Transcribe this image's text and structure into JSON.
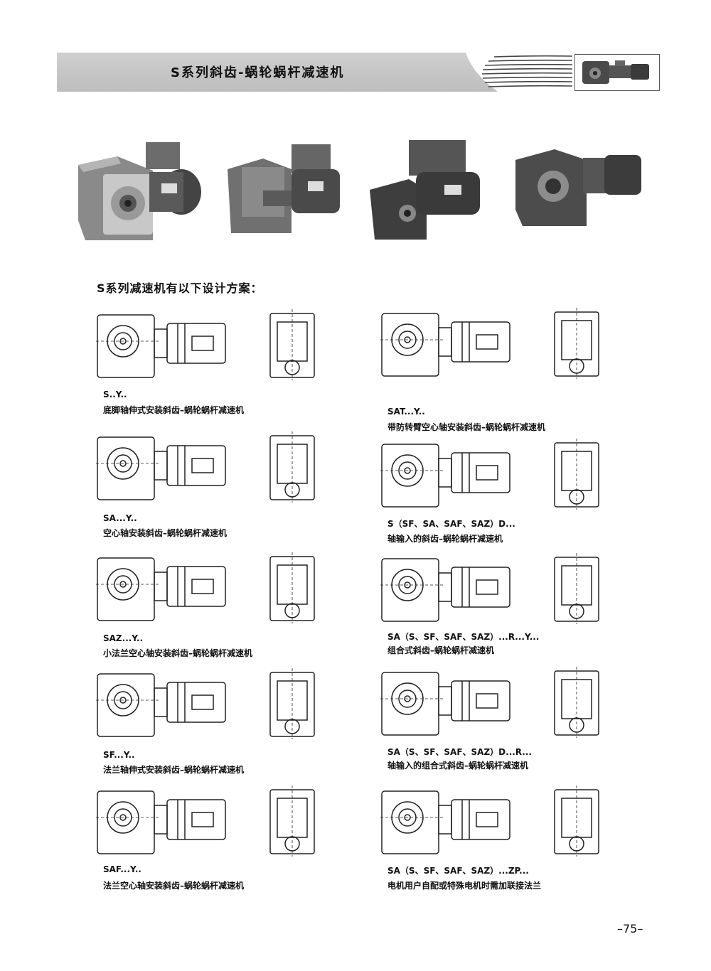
{
  "header": {
    "title": "S系列斜齿-蜗轮蜗杆减速机",
    "product_icon": "gearmotor-thumbnail"
  },
  "photos": [
    "gearmotor-photo-1",
    "gearmotor-photo-2",
    "gearmotor-photo-3",
    "gearmotor-photo-4"
  ],
  "section_title": "S系列减速机有以下设计方案：",
  "variants": [
    {
      "code": "S..Y..",
      "desc": "底脚轴伸式安装斜齿–蜗轮蜗杆减速机"
    },
    {
      "code": "SAT...Y..",
      "desc": "带防转臂空心轴安装斜齿–蜗轮蜗杆减速机"
    },
    {
      "code": "SA...Y..",
      "desc": "空心轴安装斜齿–蜗轮蜗杆减速机"
    },
    {
      "code": "S（SF、SA、SAF、SAZ）D...",
      "desc": "轴输入的斜齿–蜗轮蜗杆减速机"
    },
    {
      "code": "SAZ...Y..",
      "desc": "小法兰空心轴安装斜齿–蜗轮蜗杆减速机"
    },
    {
      "code": "SA（S、SF、SAF、SAZ）...R...Y...",
      "desc": "组合式斜齿–蜗轮蜗杆减速机"
    },
    {
      "code": "SF...Y..",
      "desc": "法兰轴伸式安装斜齿–蜗轮蜗杆减速机"
    },
    {
      "code": "SA（S、SF、SAF、SAZ）D...R...",
      "desc": "轴输入的组合式斜齿–蜗轮蜗杆减速机"
    },
    {
      "code": "SAF...Y..",
      "desc": "法兰空心轴安装斜齿–蜗轮蜗杆减速机"
    },
    {
      "code": "SA（S、SF、SAF、SAZ）...ZP...",
      "desc": "电机用户自配或特殊电机时需加联接法兰"
    }
  ],
  "page_number": "–75–"
}
